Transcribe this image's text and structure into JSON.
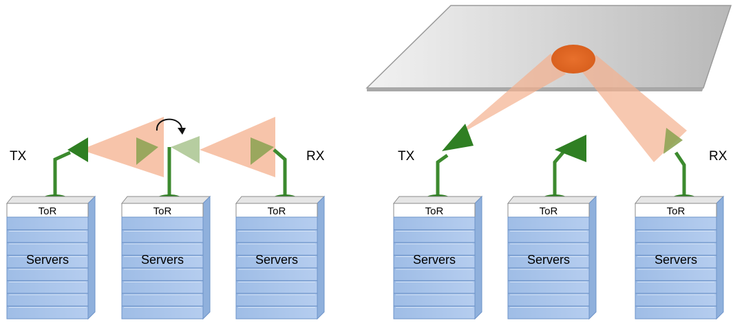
{
  "left_panel": {
    "tx_label": "TX",
    "rx_label": "RX",
    "racks": [
      {
        "tor": "ToR",
        "servers": "Servers"
      },
      {
        "tor": "ToR",
        "servers": "Servers"
      },
      {
        "tor": "ToR",
        "servers": "Servers"
      }
    ]
  },
  "right_panel": {
    "tx_label": "TX",
    "rx_label": "RX",
    "racks": [
      {
        "tor": "ToR",
        "servers": "Servers"
      },
      {
        "tor": "ToR",
        "servers": "Servers"
      },
      {
        "tor": "ToR",
        "servers": "Servers"
      }
    ]
  },
  "colors": {
    "rack_fill": "#a9c4e8",
    "rack_border": "#6e94c9",
    "antenna": "#3c8a2e",
    "beam": "#f4b08e",
    "reflector_spot": "#e06a2a",
    "ceiling": "#c9c9c9"
  }
}
